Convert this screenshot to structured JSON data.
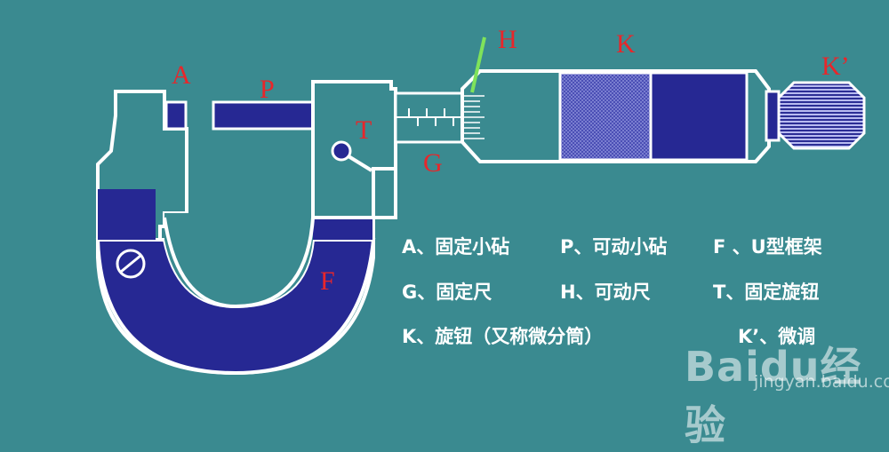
{
  "labels": {
    "A": "A",
    "P": "P",
    "T": "T",
    "G": "G",
    "H": "H",
    "K": "K",
    "K_prime": "K’",
    "F": "F"
  },
  "legend": {
    "row1": [
      "A、固定小砧",
      "P、可动小砧",
      "F 、U型框架"
    ],
    "row2": [
      "G、固定尺",
      "H、可动尺",
      "T、固定旋钮"
    ],
    "row3": [
      "K、旋钮（又称微分筒）",
      "K’、微调"
    ]
  },
  "watermark": {
    "brand": "Baidu经验",
    "url": "jingyan.baidu.com"
  },
  "colors": {
    "background": "#3a8a90",
    "frame_blue": "#262893",
    "frame_dark_blue": "#1f2178",
    "label_red": "#e8262a",
    "indicator_green": "#7fe35a",
    "outline": "#ffffff"
  }
}
